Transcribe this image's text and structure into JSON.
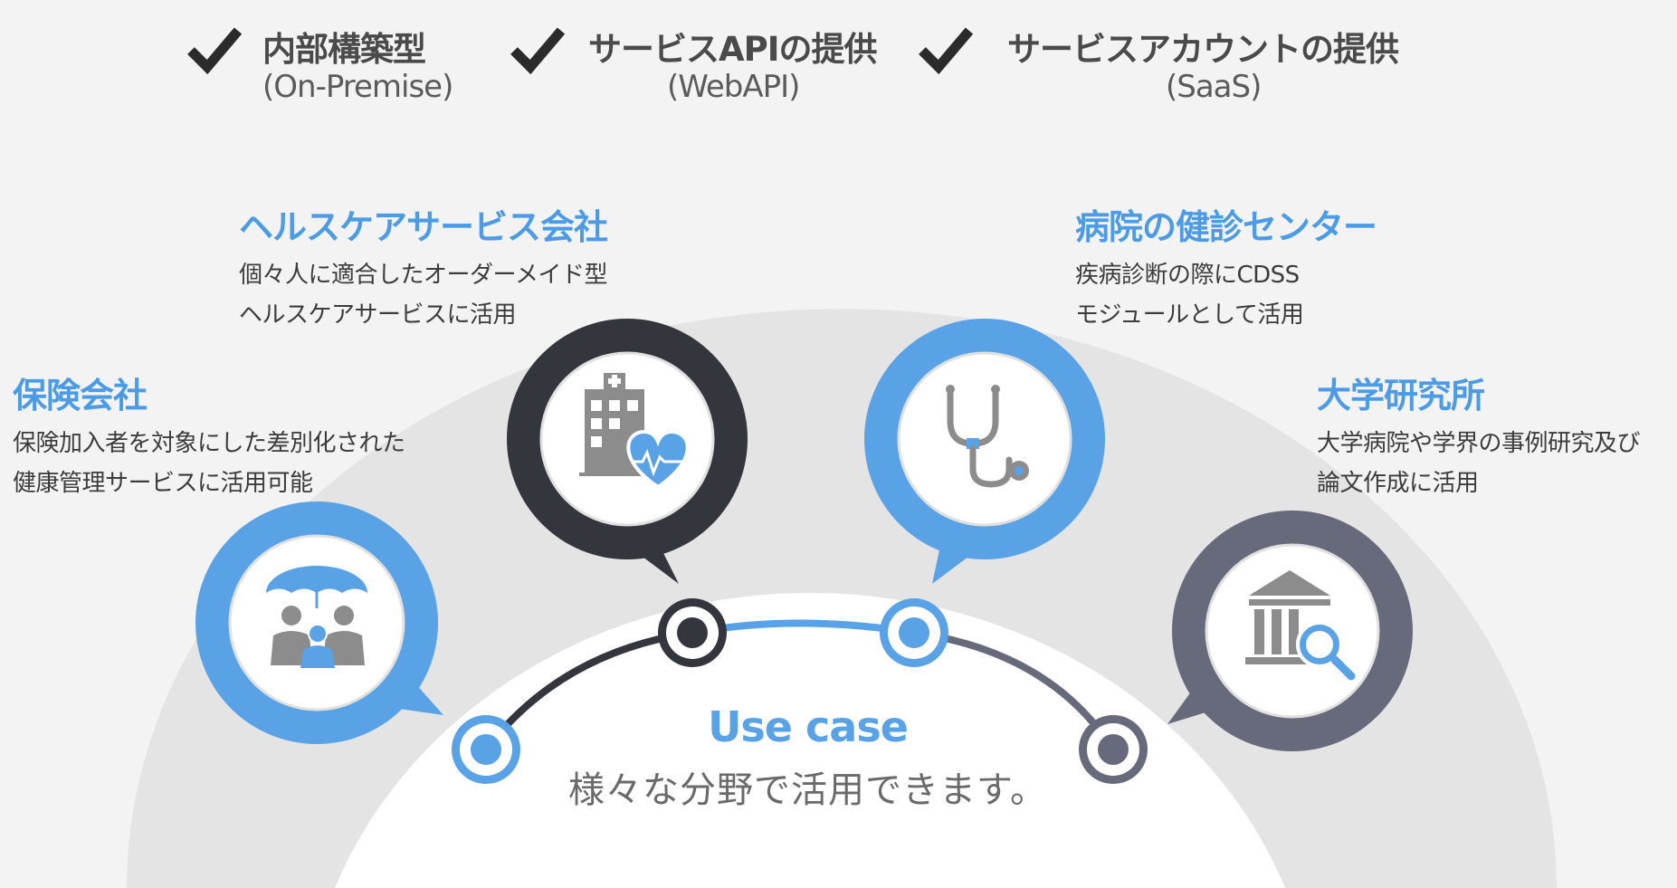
{
  "options": [
    {
      "title": "内部構築型",
      "subtitle": "(On-Premise)"
    },
    {
      "title": "サービスAPIの提供",
      "subtitle": "(WebAPI)"
    },
    {
      "title": "サービスアカウントの提供",
      "subtitle": "(SaaS)"
    }
  ],
  "use_cases": {
    "insurance": {
      "title": "保険会社",
      "line1": "保険加入者を対象にした差別化された",
      "line2": "健康管理サービスに活用可能",
      "icon": "umbrella-family-icon"
    },
    "healthcare": {
      "title": "ヘルスケアサービス会社",
      "line1": "個々人に適合したオーダーメイド型",
      "line2": "ヘルスケアサービスに活用",
      "icon": "hospital-heart-icon"
    },
    "checkup": {
      "title": "病院の健診センター",
      "line1": "疾病診断の際にCDSS",
      "line2": "モジュールとして活用",
      "icon": "stethoscope-icon"
    },
    "university": {
      "title": "大学研究所",
      "line1": "大学病院や学界の事例研究及び",
      "line2": "論文作成に活用",
      "icon": "bank-search-icon"
    }
  },
  "center": {
    "title": "Use case",
    "subtitle": "様々な分野で活用できます。"
  },
  "colors": {
    "blue": "#5aa2e6",
    "dark": "#33363c",
    "slate": "#666a7a",
    "gray_icon": "#8c8c8c",
    "bg": "#f2f3f2"
  }
}
